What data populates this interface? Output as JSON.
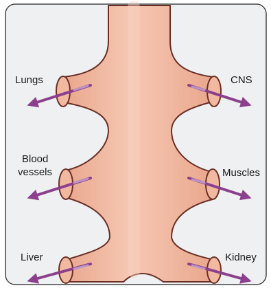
{
  "labels": {
    "lungs": "Lungs",
    "cns": "CNS",
    "blood_vessels_line1": "Blood",
    "blood_vessels_line2": "vessels",
    "muscles": "Muscles",
    "liver": "Liver",
    "kidney": "Kidney"
  },
  "colors": {
    "vessel_fill": "#f2b9a1",
    "vessel_highlight": "#f8d2c2",
    "vessel_outline": "#6a2e25",
    "arrow": "#8b3f8c",
    "frame": "#444444",
    "panel_bg": "#eef0f1"
  }
}
